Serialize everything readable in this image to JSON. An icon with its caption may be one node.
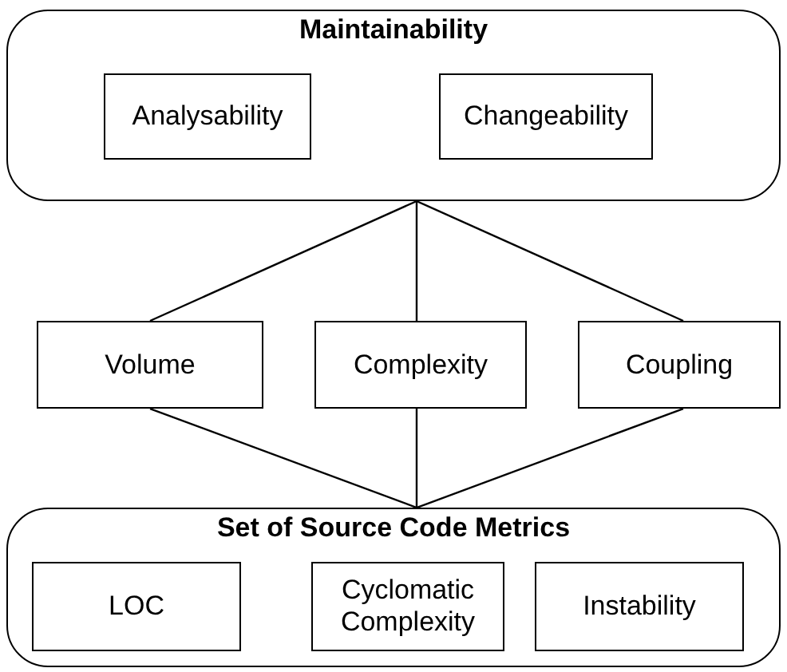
{
  "diagram": {
    "nodes": [
      {
        "text": [
          "Maintainability"
        ]
      },
      {
        "text": [
          "Analysability"
        ],
        "in": 0
      },
      {
        "text": [
          "Changeability"
        ],
        "in": 0
      },
      {
        "text": [
          "Volume"
        ]
      },
      {
        "text": [
          "Complexity"
        ]
      },
      {
        "text": [
          "Coupling"
        ]
      },
      {
        "text": [
          "Set of Source Code Metrics"
        ]
      },
      {
        "text": [
          "LOC"
        ],
        "in": 6
      },
      {
        "text": [
          "Cyclomatic Complexity"
        ],
        "in": 6
      },
      {
        "text": [
          "Instability"
        ],
        "in": 6
      }
    ],
    "edges": [
      {
        "from": 0,
        "to": 3,
        "arrow": "none"
      },
      {
        "from": 0,
        "to": 4,
        "arrow": "none"
      },
      {
        "from": 0,
        "to": 5,
        "arrow": "none"
      },
      {
        "from": 3,
        "to": 6,
        "arrow": "none"
      },
      {
        "from": 4,
        "to": 6,
        "arrow": "none"
      },
      {
        "from": 5,
        "to": 6,
        "arrow": "none"
      }
    ]
  }
}
